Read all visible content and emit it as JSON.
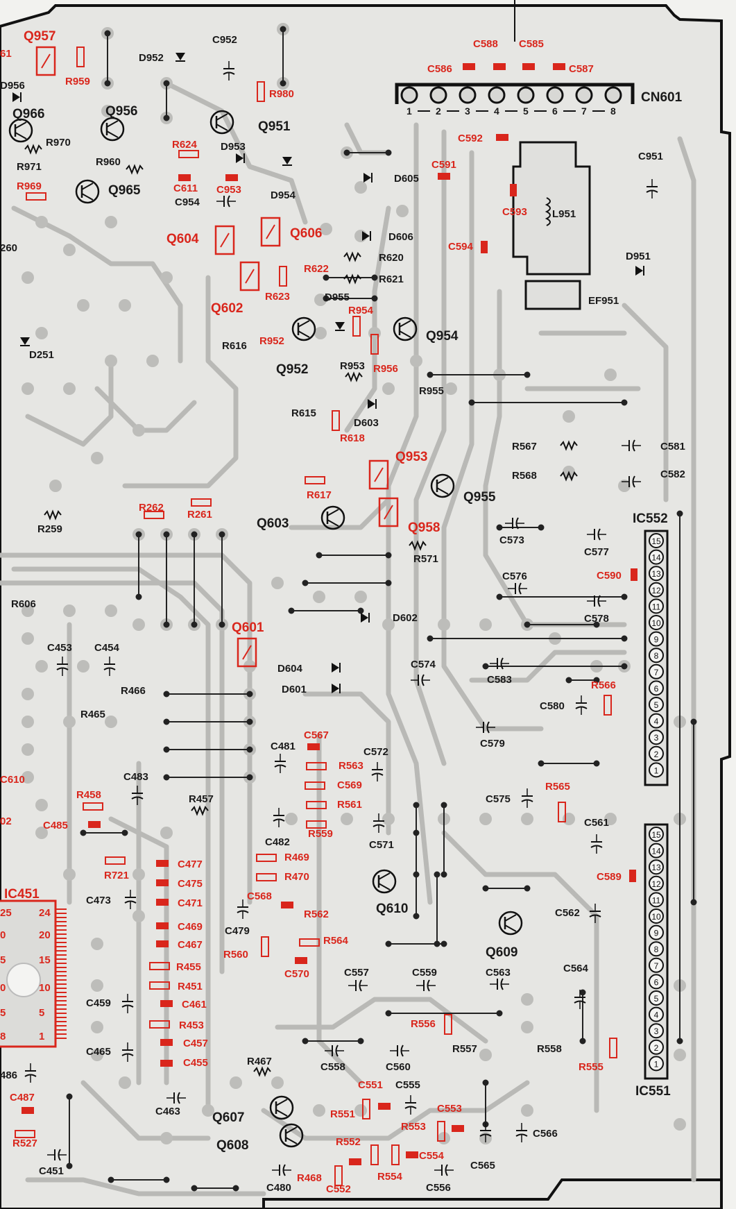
{
  "colors": {
    "background": "#f2f2ef",
    "board_fill": "#e6e6e3",
    "trace": "#b9b9b6",
    "trace_dark": "#9d9d9a",
    "outline": "#111111",
    "label_black": "#1a1a1a",
    "label_red": "#d9261c",
    "part_red": "#d9261c"
  },
  "connector_pins": [
    "1",
    "2",
    "3",
    "4",
    "5",
    "6",
    "7",
    "8"
  ],
  "ic552_pins": [
    "15",
    "14",
    "13",
    "12",
    "11",
    "10",
    "9",
    "8",
    "7",
    "6",
    "5",
    "4",
    "3",
    "2",
    "1"
  ],
  "ic551_pins": [
    "15",
    "14",
    "13",
    "12",
    "11",
    "10",
    "9",
    "8",
    "7",
    "6",
    "5",
    "4",
    "3",
    "2",
    "1"
  ],
  "ic451_pins": [
    "24",
    "20",
    "15",
    "10",
    "5",
    "1"
  ],
  "ic451_partial_pins": [
    "25",
    "0",
    "5",
    "0",
    "5",
    "8"
  ],
  "labels_black": [
    "D952",
    "C952",
    "D956",
    "Q966",
    "Q956",
    "Q951",
    "R970",
    "R971",
    "R960",
    "D953",
    "D954",
    "Q965",
    "C954",
    "CN601",
    "C951",
    "D605",
    "D606",
    "R620",
    "R621",
    "L951",
    "D951",
    "EF951",
    "260",
    "D955",
    "R616",
    "Q952",
    "Q954",
    "R953",
    "R955",
    "D251",
    "R615",
    "D603",
    "R567",
    "C581",
    "R568",
    "C582",
    "Q955",
    "Q603",
    "R259",
    "IC552",
    "C573",
    "R571",
    "C577",
    "C576",
    "C578",
    "R606",
    "D602",
    "C453",
    "C454",
    "C574",
    "C583",
    "D604",
    "D601",
    "R466",
    "R465",
    "C580",
    "C579",
    "C481",
    "C572",
    "C483",
    "R457",
    "C575",
    "C561",
    "C482",
    "C571",
    "C473",
    "Q610",
    "C479",
    "C562",
    "Q609",
    "C557",
    "C559",
    "C563",
    "C564",
    "C459",
    "R557",
    "R558",
    "C465",
    "C558",
    "C560",
    "486",
    "R467",
    "C555",
    "IC551",
    "C463",
    "Q607",
    "Q608",
    "C451",
    "C566",
    "C565",
    "C556",
    "C480"
  ],
  "labels_red": [
    "Q957",
    "61",
    "R959",
    "R980",
    "R624",
    "C611",
    "C953",
    "R969",
    "C586",
    "C588",
    "C585",
    "C587",
    "C592",
    "C591",
    "C593",
    "C594",
    "Q604",
    "Q606",
    "R622",
    "R623",
    "Q602",
    "R954",
    "R952",
    "R956",
    "R618",
    "Q953",
    "R617",
    "R262",
    "R261",
    "Q958",
    "C590",
    "Q601",
    "R566",
    "C567",
    "R563",
    "C569",
    "R561",
    "R559",
    "C610",
    "R458",
    "C485",
    "02",
    "R565",
    "R469",
    "R470",
    "C477",
    "C475",
    "C471",
    "C469",
    "C467",
    "R721",
    "C568",
    "R562",
    "R564",
    "IC451",
    "R560",
    "C570",
    "C589",
    "R455",
    "R451",
    "C461",
    "R453",
    "C457",
    "C455",
    "R556",
    "R555",
    "C551",
    "R551",
    "C553",
    "R553",
    "C487",
    "R527",
    "R552",
    "C554",
    "C552",
    "R468",
    "R554"
  ]
}
